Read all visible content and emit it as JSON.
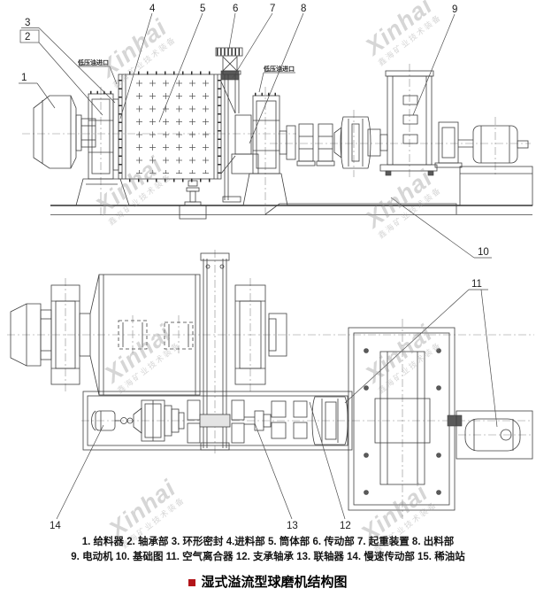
{
  "watermark": {
    "brand": "Xinhai",
    "subtext": "鑫海矿业技术装备"
  },
  "drawing": {
    "oil_inlet_label_left": "低压油进口",
    "oil_inlet_label_right": "低压油进口",
    "callouts": {
      "c1": "1",
      "c2": "2",
      "c3": "3",
      "c4": "4",
      "c5": "5",
      "c6": "6",
      "c7": "7",
      "c8": "8",
      "c9": "9",
      "c10": "10",
      "c11": "11",
      "c12": "12",
      "c13": "13",
      "c14": "14"
    }
  },
  "legend": {
    "line1": "1. 给料器 2. 轴承部 3. 环形密封 4.进料部 5. 筒体部 6. 传动部 7. 起重装置 8. 出料部",
    "line2": "9. 电动机 10. 基础图 11. 空气离合器 12. 支承轴承 13. 联轴器 14. 慢速传动部 15. 稀油站"
  },
  "title": {
    "text": "湿式溢流型球磨机结构图"
  },
  "colors": {
    "line": "#3f3f3f",
    "title_bullet": "#b3151a",
    "watermark": "#9a9a9a"
  }
}
